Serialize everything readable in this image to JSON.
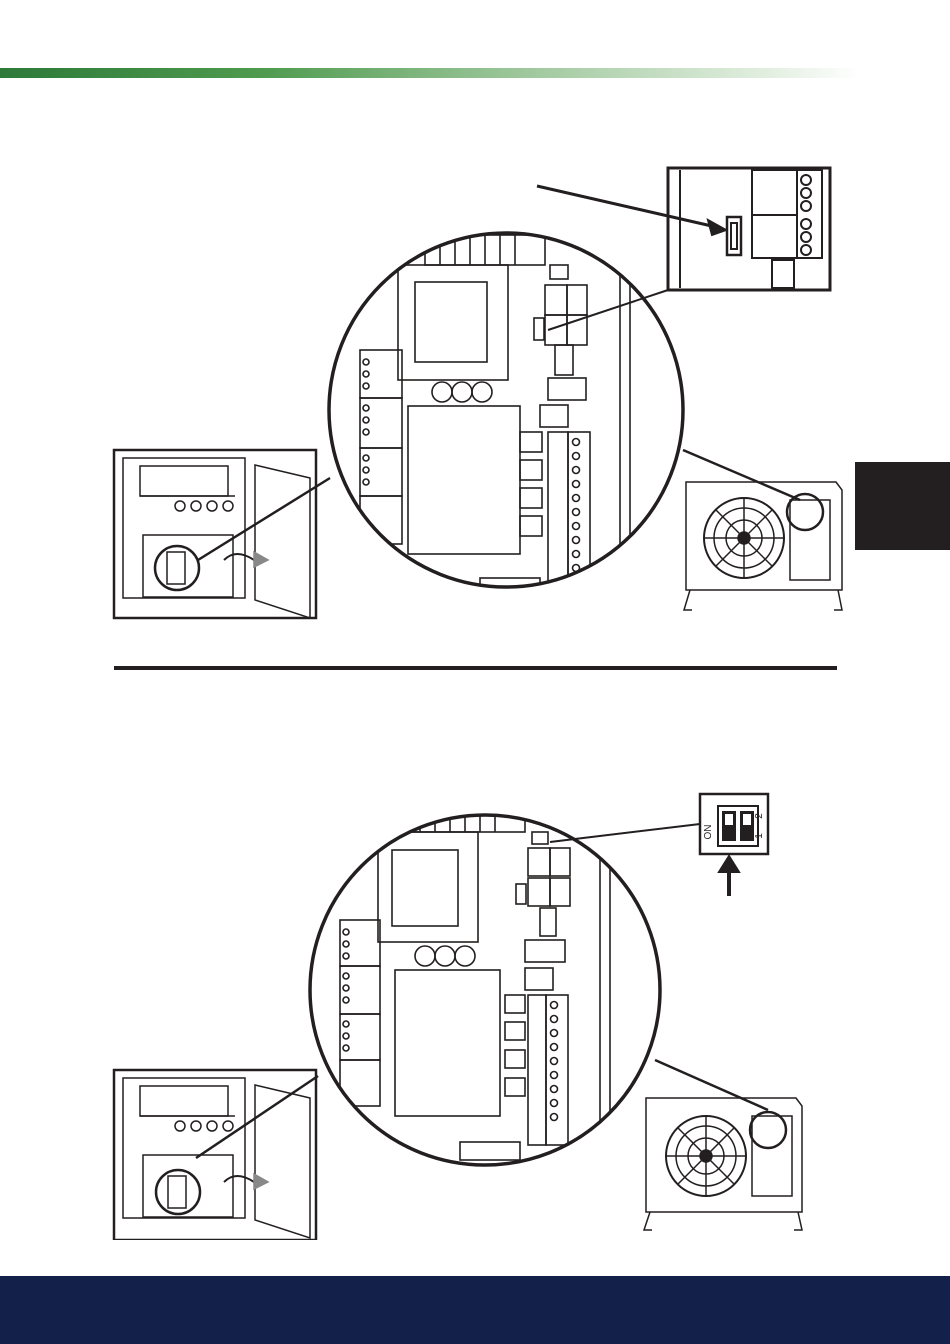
{
  "colors": {
    "header_gradient_start": "#2d7a3a",
    "side_tab": "#231f20",
    "footer_band": "#13204a",
    "line_art": "#231f20"
  },
  "dip_switch": {
    "on_label": "ON",
    "switch_1_label": "1",
    "switch_2_label": "2"
  },
  "icons": [
    "arrow-icon",
    "rotate-arrow-icon",
    "fan-icon"
  ]
}
